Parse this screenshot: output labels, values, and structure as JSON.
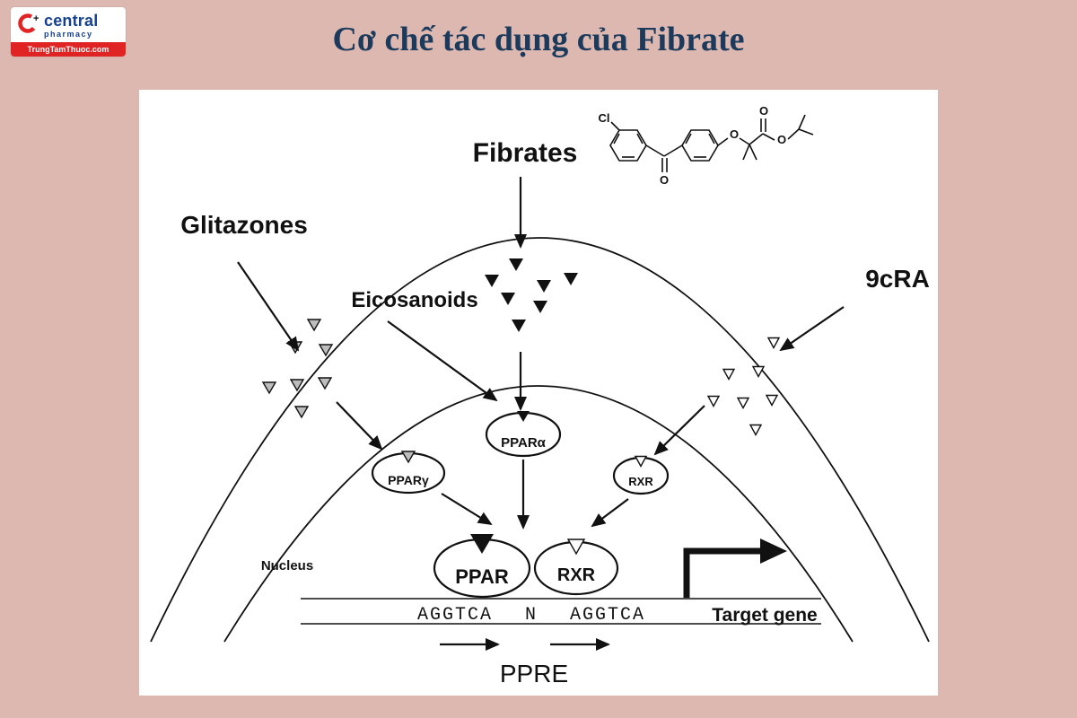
{
  "page": {
    "title": "Cơ chế tác dụng của Fibrate"
  },
  "logo": {
    "brand": "central",
    "sub": "pharmacy",
    "banner": "TrungTamThuoc.com"
  },
  "colors": {
    "background": "#ddb8b0",
    "title": "#1c3a5c",
    "logo_red": "#e02424",
    "logo_blue": "#16418f",
    "diagram_ink": "#111111",
    "panel": "#ffffff"
  },
  "diagram": {
    "fibrates": "Fibrates",
    "glitazones": "Glitazones",
    "nine_cra": "9cRA",
    "eicosanoids": "Eicosanoids",
    "nucleus": "Nucleus",
    "ppar_alpha": "PPARα",
    "ppar_gamma": "PPARγ",
    "rxr_small": "RXR",
    "ppar_big": "PPAR",
    "rxr_big": "RXR",
    "dna_left": "AGGTCA",
    "dna_n": "N",
    "dna_right": "AGGTCA",
    "target_gene": "Target gene",
    "ppre": "PPRE",
    "chem": {
      "cl": "Cl",
      "o_ketone": "O",
      "o_ether": "O",
      "o_carbonyl": "O",
      "o_ester": "O"
    }
  }
}
